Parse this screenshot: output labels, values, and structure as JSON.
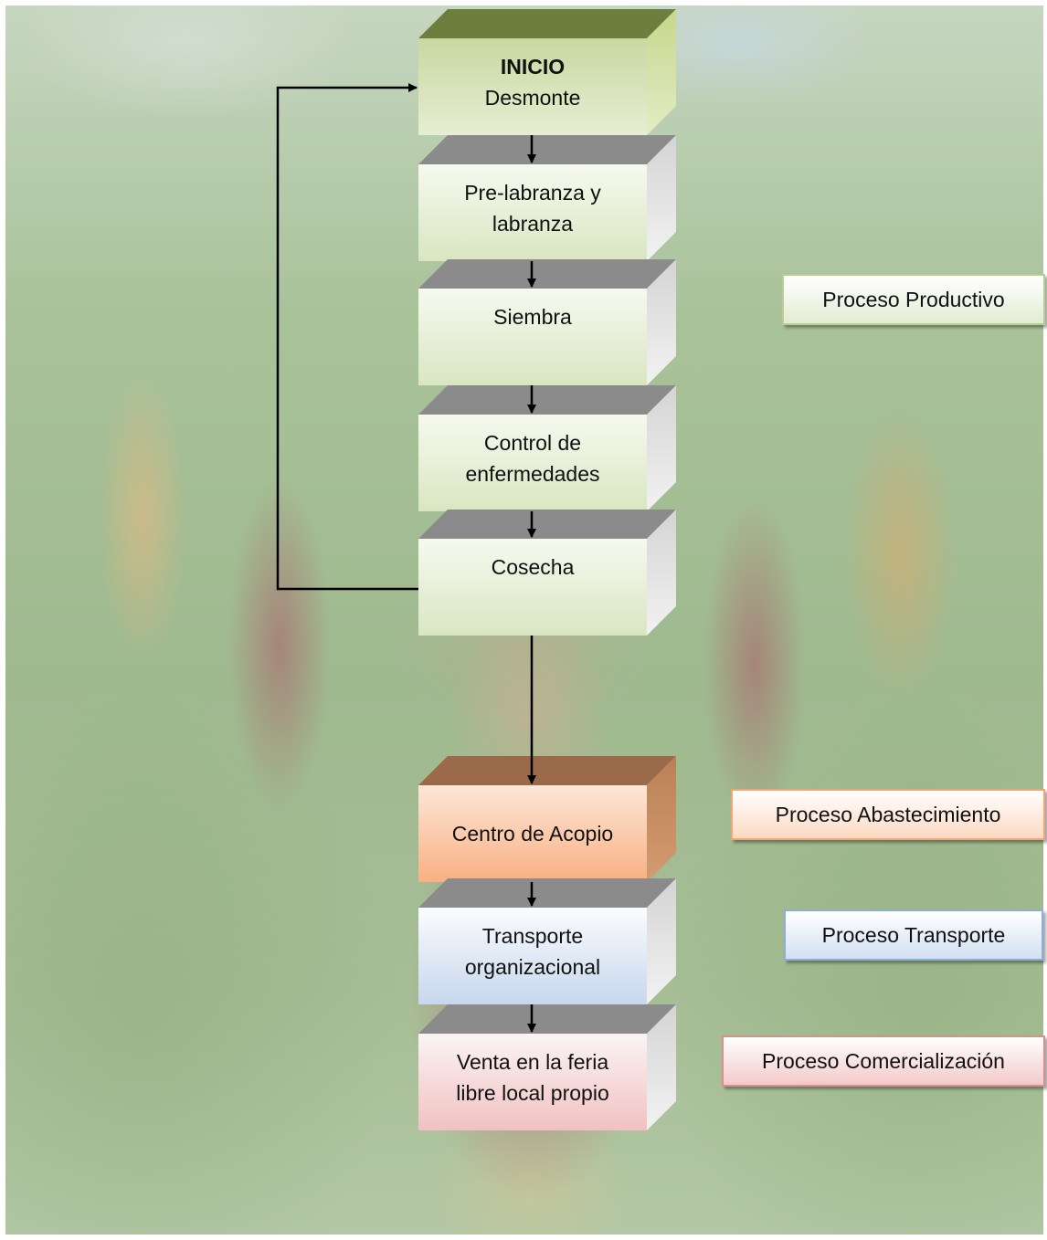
{
  "flow": {
    "steps": [
      {
        "id": "desmonte",
        "title": "INICIO",
        "label": "Desmonte"
      },
      {
        "id": "pre-labranza",
        "label": "Pre-labranza y\nlabranza"
      },
      {
        "id": "siembra",
        "label": "Siembra"
      },
      {
        "id": "control",
        "label": "Control de\nenfermedades"
      },
      {
        "id": "cosecha",
        "label": "Cosecha"
      },
      {
        "id": "acopio",
        "label": "Centro de Acopio"
      },
      {
        "id": "transporte",
        "label": "Transporte\norganizacional"
      },
      {
        "id": "venta",
        "label": "Venta en la feria\nlibre local propio"
      }
    ],
    "loop": {
      "from": "cosecha",
      "to": "desmonte"
    }
  },
  "legend": [
    {
      "id": "productivo",
      "label": "Proceso Productivo",
      "color": "#b7cf8f"
    },
    {
      "id": "abastecimiento",
      "label": "Proceso Abastecimiento",
      "color": "#f2a676"
    },
    {
      "id": "transporte",
      "label": "Proceso Transporte",
      "color": "#8eadd7"
    },
    {
      "id": "comercializacion",
      "label": "Proceso Comercialización",
      "color": "#d98f90"
    }
  ]
}
